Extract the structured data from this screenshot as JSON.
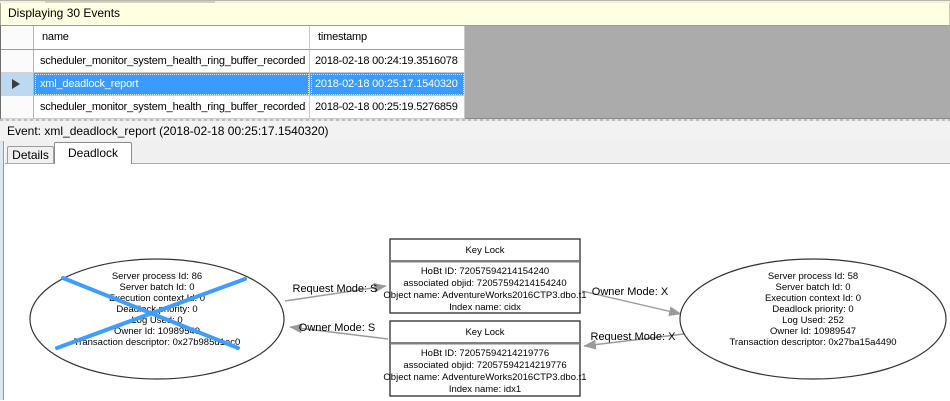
{
  "header": {
    "title": "Displaying 30 Events"
  },
  "table": {
    "columns": [
      "name",
      "timestamp"
    ],
    "rows": [
      {
        "name": "scheduler_monitor_system_health_ring_buffer_recorded",
        "timestamp": "2018-02-18 00:24:19.3516078",
        "selected": false
      },
      {
        "name": "xml_deadlock_report",
        "timestamp": "2018-02-18 00:25:17.1540320",
        "selected": true
      },
      {
        "name": "scheduler_monitor_system_health_ring_buffer_recorded",
        "timestamp": "2018-02-18 00:25:19.5276859",
        "selected": false
      }
    ]
  },
  "event_bar": {
    "label": "Event: xml_deadlock_report (2018-02-18 00:25:17.1540320)"
  },
  "tabs": [
    {
      "label": "Details",
      "active": false
    },
    {
      "label": "Deadlock",
      "active": true
    }
  ],
  "graph": {
    "victim_process": {
      "lines": [
        "Server process Id: 86",
        "Server batch Id: 0",
        "Execution context Id: 0",
        "Deadlock priority: 0",
        "Log Used: 0",
        "Owner Id: 10989549",
        "Transaction descriptor: 0x27b985d1ac0"
      ],
      "is_victim": true
    },
    "owner_process": {
      "lines": [
        "Server process Id: 58",
        "Server batch Id: 0",
        "Execution context Id: 0",
        "Deadlock priority: 0",
        "Log Used: 252",
        "Owner Id: 10989547",
        "Transaction descriptor: 0x27ba15a4490"
      ],
      "is_victim": false
    },
    "lock1": {
      "title": "Key Lock",
      "lines": [
        "HoBt ID: 72057594214154240",
        "associated objid: 72057594214154240",
        "Object name: AdventureWorks2016CTP3.dbo.t1",
        "Index name: cidx"
      ]
    },
    "lock2": {
      "title": "Key Lock",
      "lines": [
        "HoBt ID: 72057594214219776",
        "associated objid: 72057594214219776",
        "Object name: AdventureWorks2016CTP3.dbo.t1",
        "Index name: idx1"
      ]
    },
    "edges": {
      "request_s": "Request Mode: S",
      "owner_s": "Owner Mode: S",
      "owner_x": "Owner Mode: X",
      "request_x": "Request Mode: X"
    },
    "colors": {
      "selection_blue": "#3A9AFE",
      "victim_cross_blue": "#3E9DFF",
      "info_bar_yellow": "#FFFFE1",
      "edge_gray": "#9a9a9a"
    }
  }
}
